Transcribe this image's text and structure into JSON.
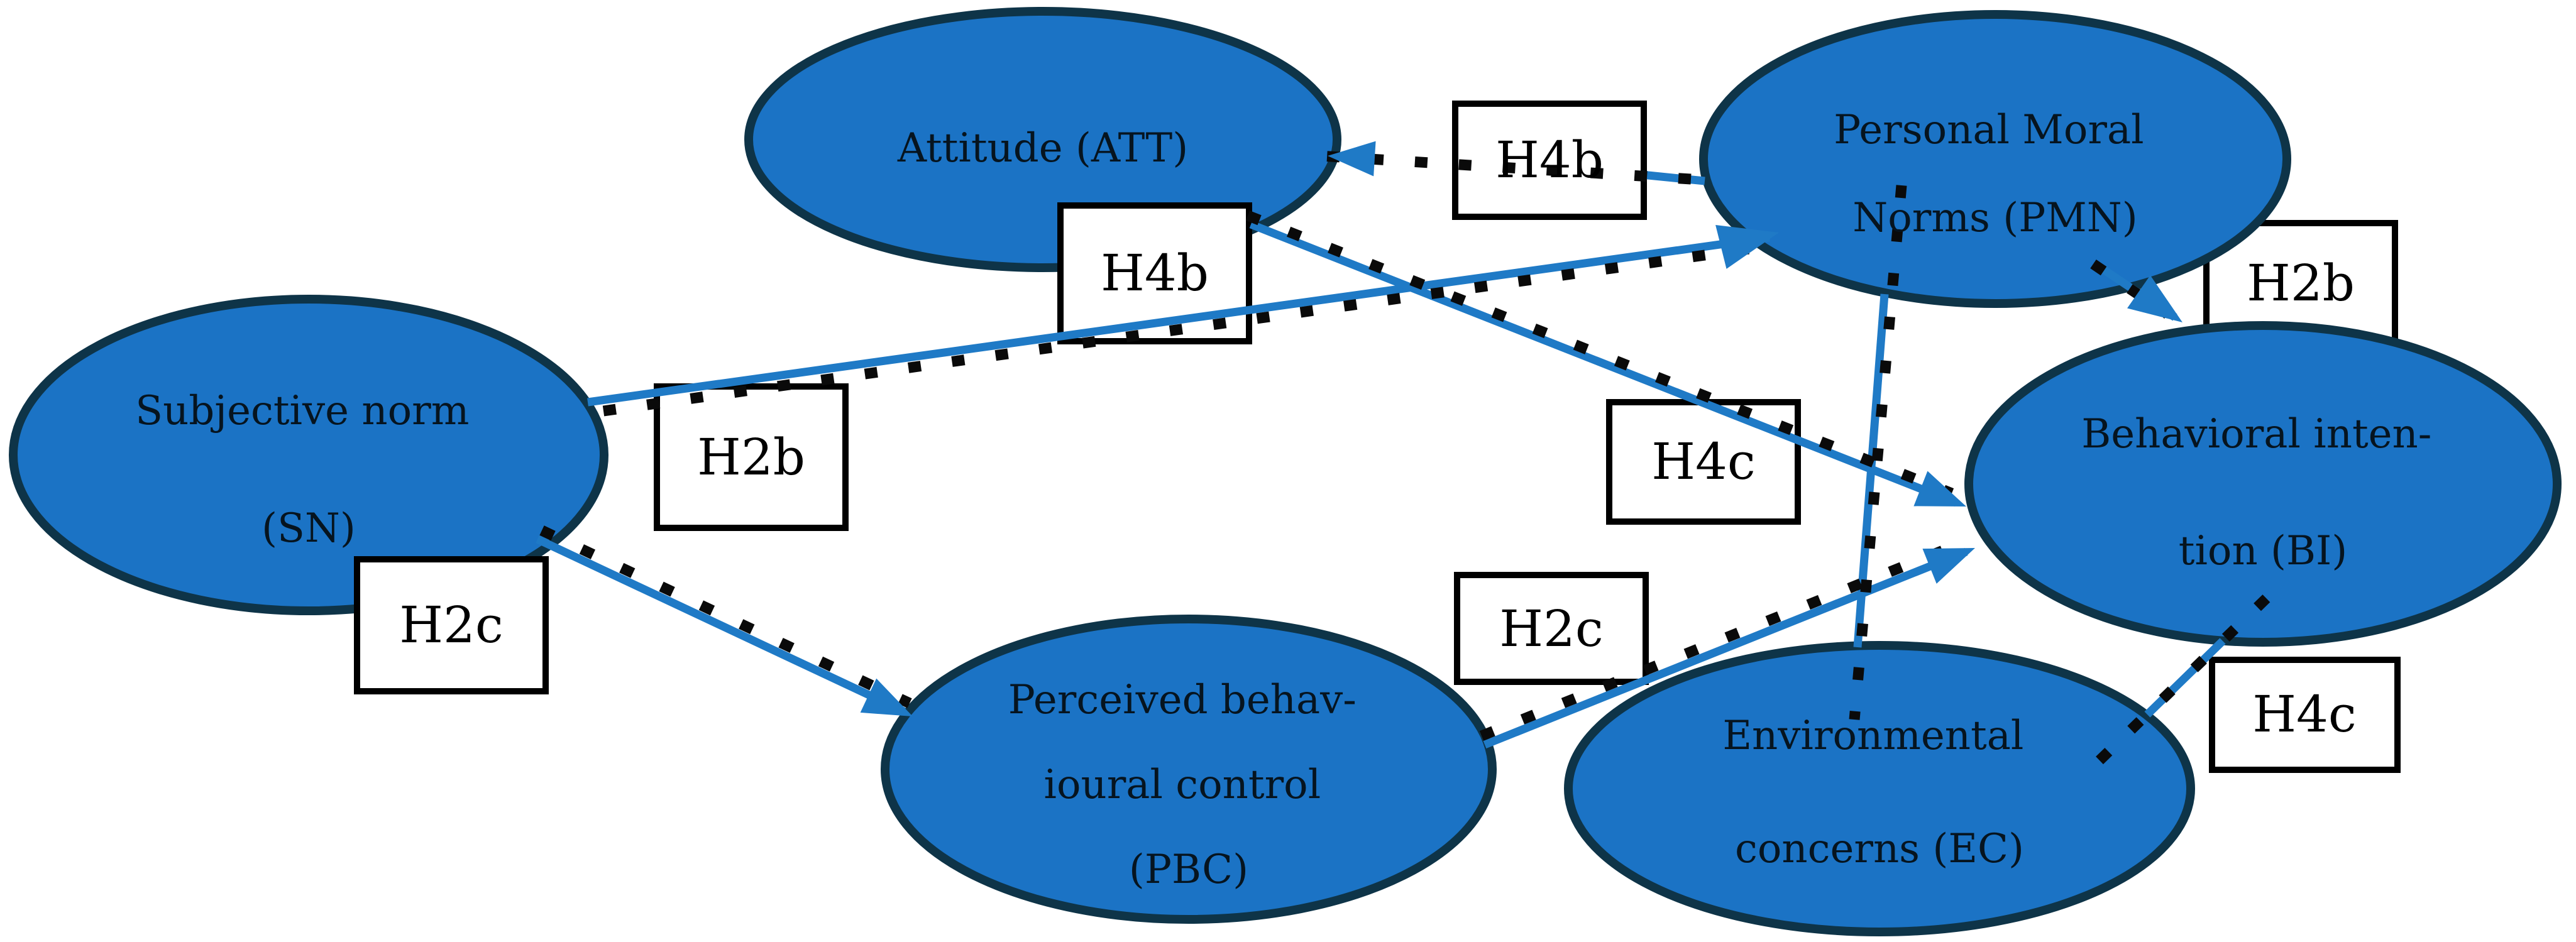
{
  "figure": {
    "description": "Structural path model diagram with six latent constructs (ellipses) linked by solid blue arrows and black dotted overlay lines, each relation labelled by a hypothesis code in a white box"
  },
  "colors": {
    "ellipse_fill": "#1B73C5",
    "ellipse_stroke": "#0E3448",
    "arrow_blue": "#1F7AC6",
    "dot_black": "#0a0a0a",
    "box_fill": "#FFFFFF",
    "box_border": "#000000"
  },
  "nodes": {
    "att": {
      "lines": [
        "Attitude (ATT)"
      ]
    },
    "pmn": {
      "lines": [
        "Personal Moral",
        "Norms (PMN)"
      ]
    },
    "sn": {
      "lines": [
        "Subjective norm",
        "(SN)"
      ]
    },
    "bi": {
      "lines": [
        "Behavioral inten-",
        "tion (BI)"
      ]
    },
    "pbc": {
      "lines": [
        "Perceived behav-",
        "ioural control",
        "(PBC)"
      ]
    },
    "ec": {
      "lines": [
        "Environmental",
        "concerns (EC)"
      ]
    }
  },
  "edge_labels": {
    "h4b_top": "H4b",
    "h4b_mid": "H4b",
    "h2b_left": "H2b",
    "h2b_right": "H2b",
    "h2c_left": "H2c",
    "h2c_center": "H2c",
    "h4c_center": "H4c",
    "h4c_right": "H4c"
  },
  "edges": [
    {
      "from": "PMN",
      "to": "ATT",
      "label": "H4b",
      "style": "dotted, blue arrowhead at ATT"
    },
    {
      "from": "SN",
      "to": "PMN",
      "label": "H4b / H2b",
      "style": "solid blue with parallel dotted line, arrowhead at PMN"
    },
    {
      "from": "ATT",
      "to": "BI",
      "label": "H4c",
      "style": "solid blue with parallel dotted line, arrowhead at BI"
    },
    {
      "from": "PBC",
      "to": "BI",
      "label": "H2c",
      "style": "solid blue with parallel dotted line, arrowhead at BI"
    },
    {
      "from": "SN",
      "to": "PBC",
      "label": "H2c",
      "style": "solid blue with parallel dotted line, arrowhead at PBC"
    },
    {
      "from": "PMN",
      "to": "BI",
      "label": "H2b",
      "style": "dotted over blue, arrowhead at BI top"
    },
    {
      "from": "EC",
      "to": "PMN",
      "label": "",
      "style": "blue with black dashes"
    },
    {
      "from": "EC",
      "to": "BI",
      "label": "H4c",
      "style": "blue with black dashes"
    }
  ]
}
